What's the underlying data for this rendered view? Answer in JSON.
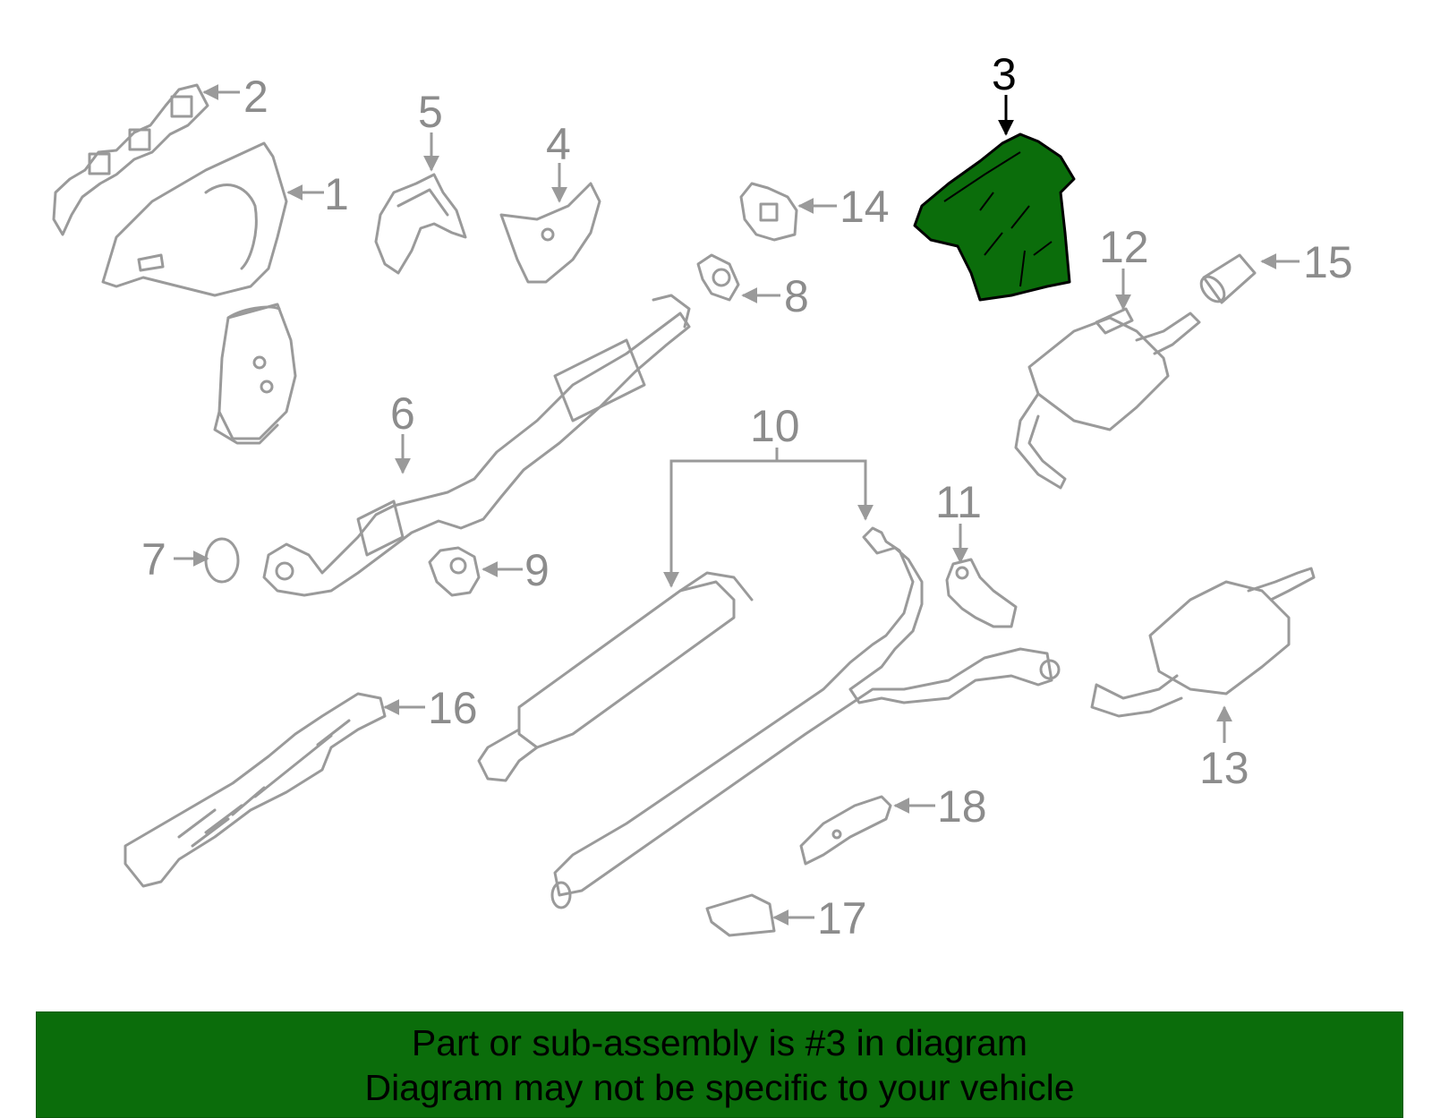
{
  "diagram": {
    "highlight_color": "#0b6d0b",
    "part_color": "#9a9a9a",
    "highlighted_callout": "3",
    "callouts": [
      {
        "id": "1",
        "label": "1"
      },
      {
        "id": "2",
        "label": "2"
      },
      {
        "id": "3",
        "label": "3"
      },
      {
        "id": "4",
        "label": "4"
      },
      {
        "id": "5",
        "label": "5"
      },
      {
        "id": "6",
        "label": "6"
      },
      {
        "id": "7",
        "label": "7"
      },
      {
        "id": "8",
        "label": "8"
      },
      {
        "id": "9",
        "label": "9"
      },
      {
        "id": "10",
        "label": "10"
      },
      {
        "id": "11",
        "label": "11"
      },
      {
        "id": "12",
        "label": "12"
      },
      {
        "id": "13",
        "label": "13"
      },
      {
        "id": "14",
        "label": "14"
      },
      {
        "id": "15",
        "label": "15"
      },
      {
        "id": "16",
        "label": "16"
      },
      {
        "id": "17",
        "label": "17"
      },
      {
        "id": "18",
        "label": "18"
      }
    ]
  },
  "banner": {
    "background": "#0b6d0b",
    "line1": "Part or sub-assembly is #3 in diagram",
    "line2": "Diagram may not be specific to your vehicle"
  }
}
